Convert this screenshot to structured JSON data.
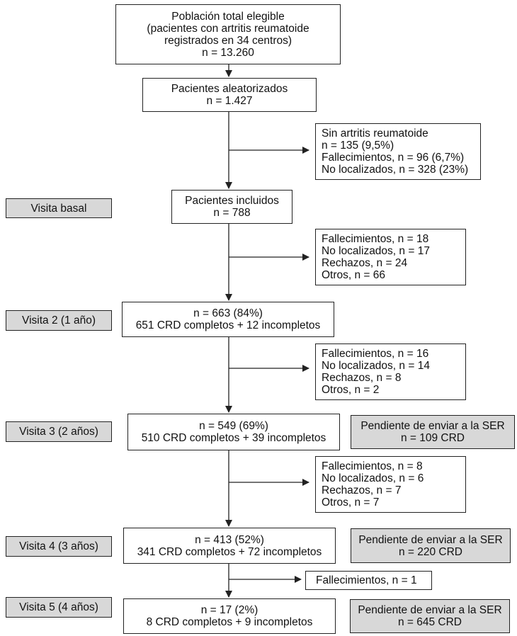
{
  "colors": {
    "stage_fill": "#d8d8d8",
    "pending_fill": "#d8d8d8",
    "line": "#222222",
    "background": "#ffffff"
  },
  "boxes": {
    "elegible": [
      "Población total elegible",
      "(pacientes con artritis reumatoide",
      "registrados en 34 centros)",
      "n = 13.260"
    ],
    "aleatorizados": [
      "Pacientes aleatorizados",
      "n = 1.427"
    ],
    "excl1": [
      "Sin artritis reumatoide",
      "n = 135 (9,5%)",
      "Fallecimientos, n = 96 (6,7%)",
      "No localizados, n = 328 (23%)"
    ],
    "incluidos": [
      "Pacientes incluidos",
      "n = 788"
    ],
    "excl2": [
      "Fallecimientos, n = 18",
      "No localizados, n = 17",
      "Rechazos, n = 24",
      "Otros,  n = 66"
    ],
    "v2": [
      "n = 663 (84%)",
      "651 CRD completos + 12 incompletos"
    ],
    "excl3": [
      "Fallecimientos, n = 16",
      "No localizados, n = 14",
      "Rechazos, n = 8",
      "Otros, n = 2"
    ],
    "v3": [
      "n = 549 (69%)",
      "510 CRD completos + 39 incompletos"
    ],
    "pend3": [
      "Pendiente de enviar a la SER",
      "n = 109 CRD"
    ],
    "excl4": [
      "Fallecimientos, n = 8",
      "No localizados, n = 6",
      "Rechazos, n = 7",
      "Otros, n = 7"
    ],
    "v4": [
      "n = 413 (52%)",
      "341 CRD completos + 72 incompletos"
    ],
    "pend4": [
      "Pendiente de enviar a la SER",
      "n = 220 CRD"
    ],
    "excl5": [
      "Fallecimientos, n = 1"
    ],
    "v5": [
      "n = 17 (2%)",
      "8 CRD completos + 9 incompletos"
    ],
    "pend5": [
      "Pendiente de enviar a la SER",
      "n = 645 CRD"
    ]
  },
  "stages": {
    "basal": "Visita basal",
    "v2": "Visita 2 (1 año)",
    "v3": "Visita 3 (2 años)",
    "v4": "Visita 4 (3 años)",
    "v5": "Visita 5 (4 años)"
  }
}
